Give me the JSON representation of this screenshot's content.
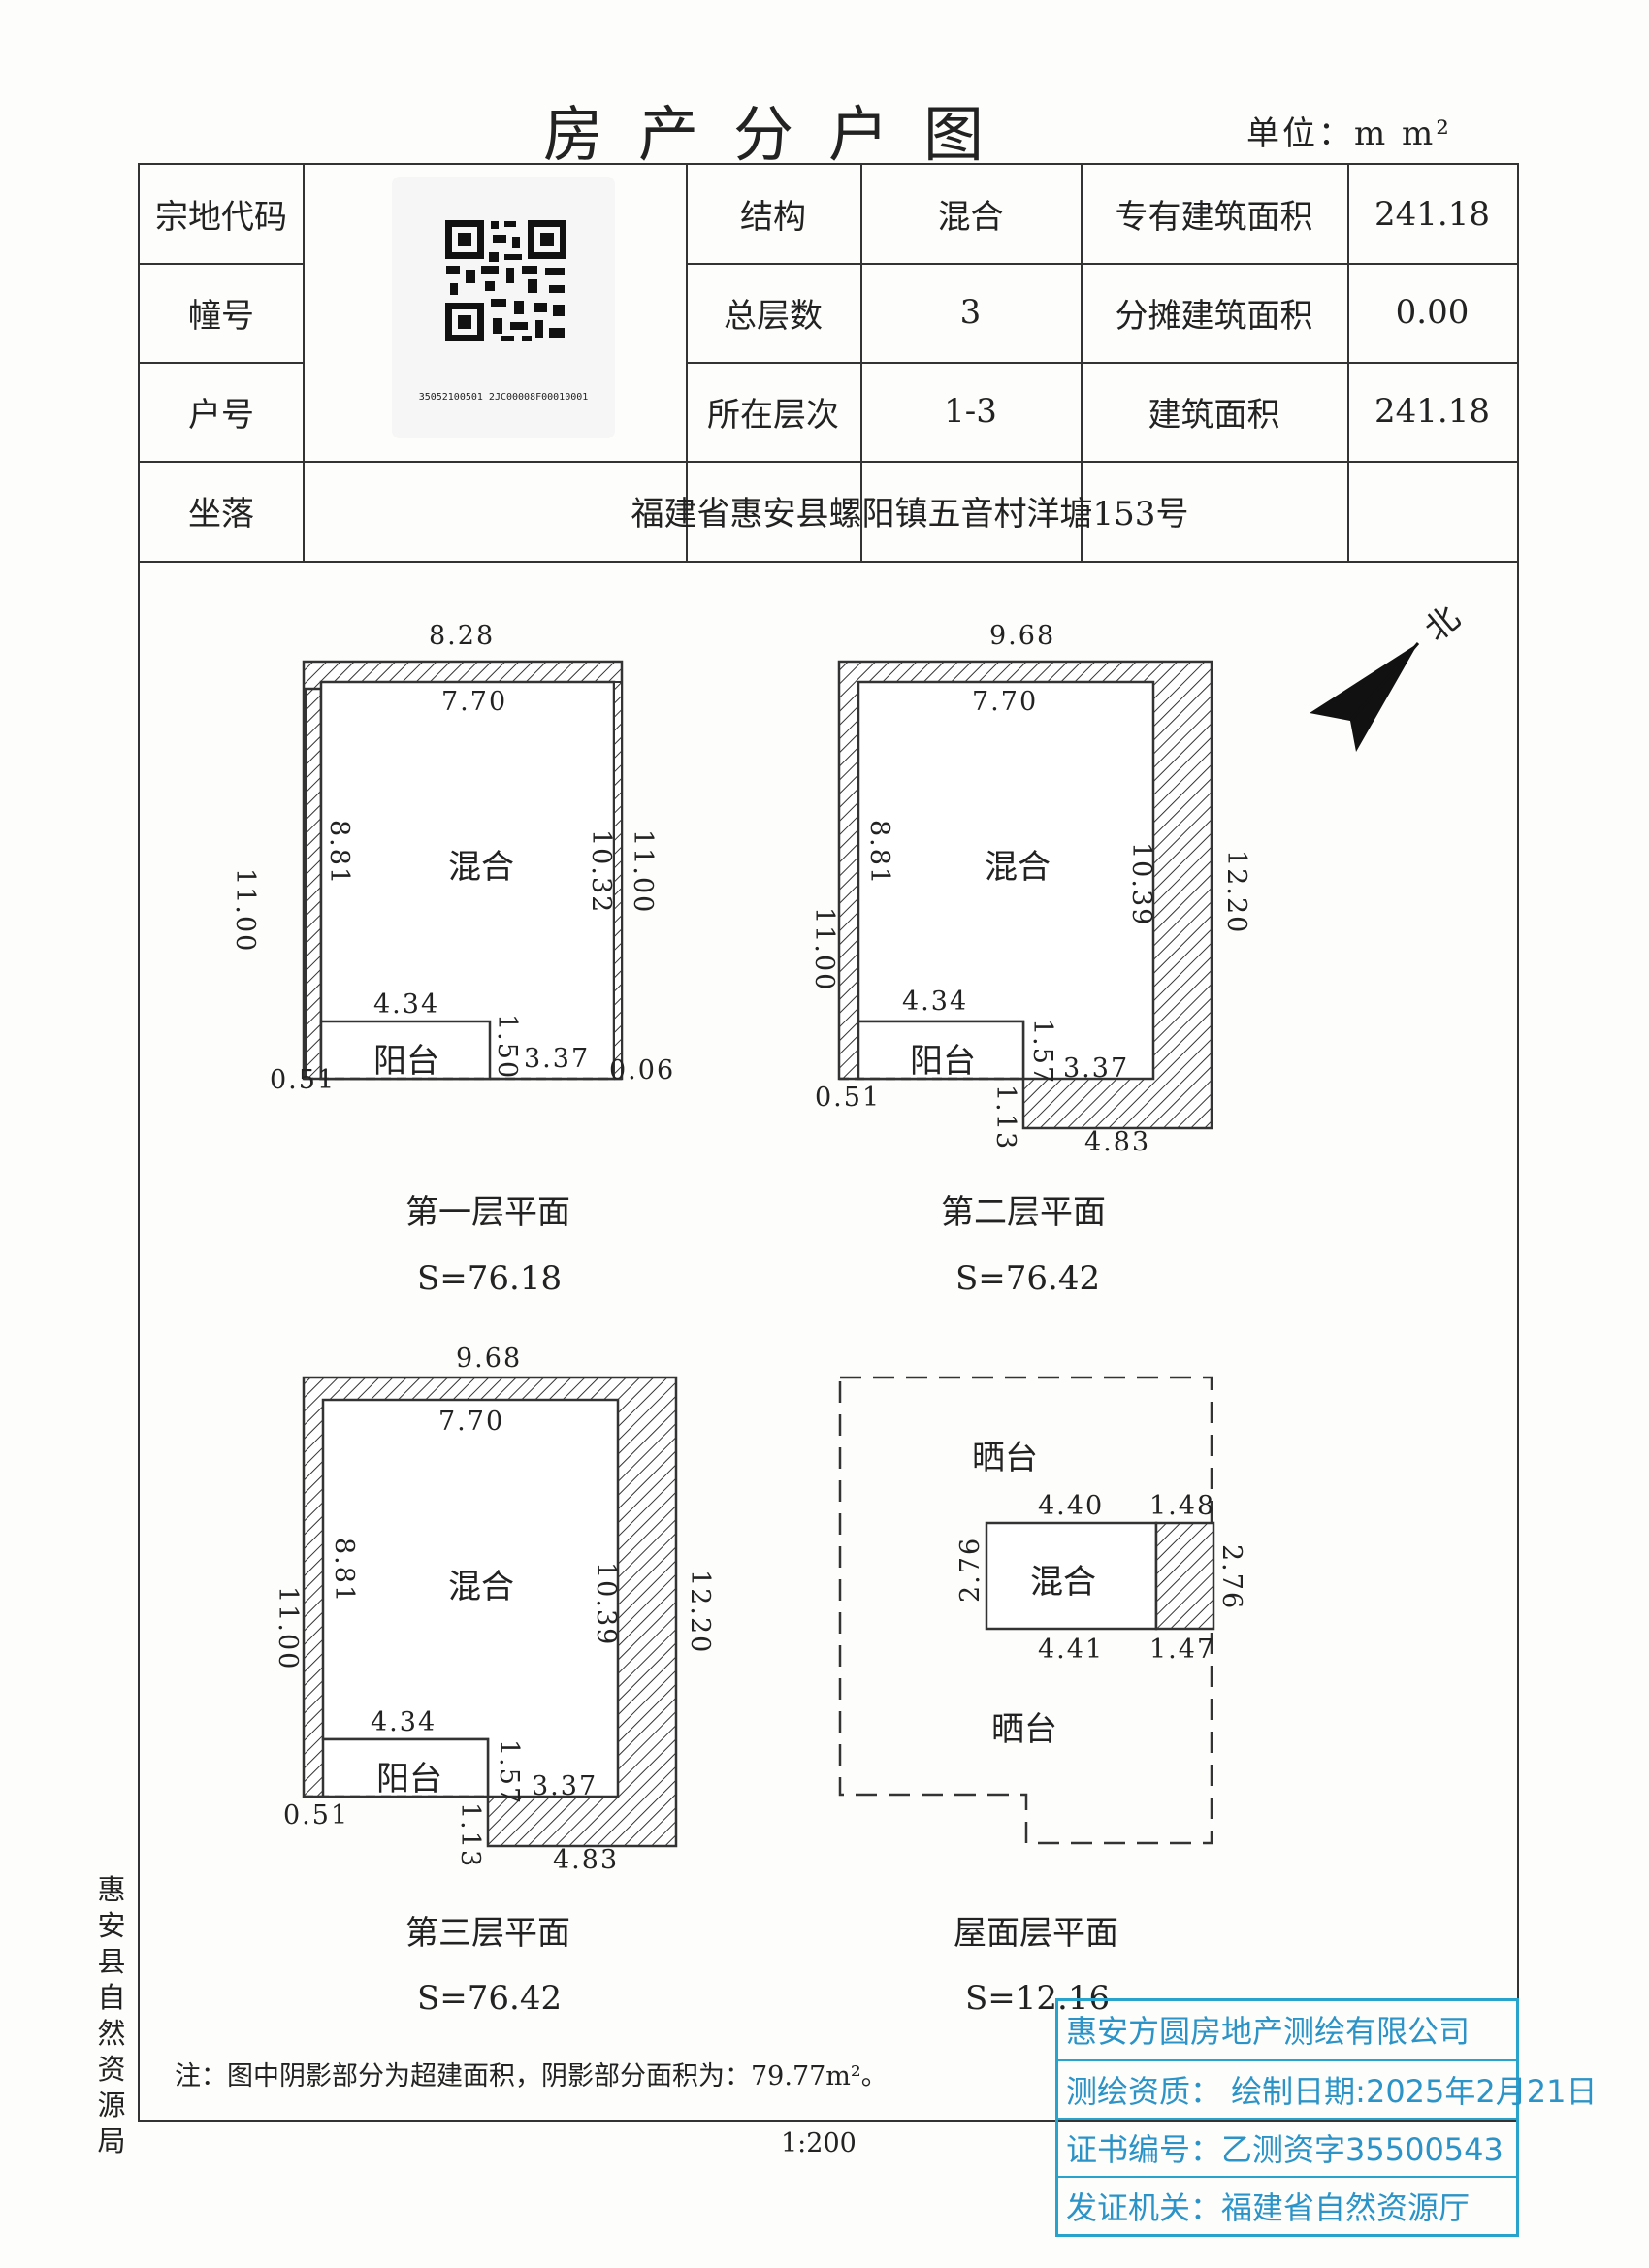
{
  "header": {
    "title": "房产分户图",
    "unit": "单位：m  m²"
  },
  "info": {
    "zongdi_label": "宗地代码",
    "chuang_label": "幢号",
    "huhao_label": "户号",
    "zuoluo_label": "坐落",
    "zuoluo_value": "福建省惠安县螺阳镇五音村洋塘153号",
    "qr_code_text": "35052100501 2JC00008F00010001",
    "structure_label": "结构",
    "structure_value": "混合",
    "floors_label": "总层数",
    "floors_value": "3",
    "level_label": "所在层次",
    "level_value": "1-3",
    "exclusive_label": "专有建筑面积",
    "exclusive_value": "241.18",
    "shared_label": "分摊建筑面积",
    "shared_value": "0.00",
    "total_label": "建筑面积",
    "total_value": "241.18"
  },
  "north": "北",
  "plans": {
    "floor1": {
      "title": "第一层平面",
      "area": "S=76.18",
      "room": "混合",
      "balcony": "阳台",
      "dims": {
        "top_outer": "8.28",
        "top_inner": "7.70",
        "left_outer": "11.00",
        "left_inner": "8.81",
        "right_inner": "10.32",
        "right_outer": "11.00",
        "balcony_w": "4.34",
        "balcony_h": "1.50",
        "step_w": "3.37",
        "left_small": "0.51",
        "right_small": "0.06"
      }
    },
    "floor2": {
      "title": "第二层平面",
      "area": "S=76.42",
      "room": "混合",
      "balcony": "阳台",
      "dims": {
        "top_outer": "9.68",
        "top_inner": "7.70",
        "left_outer": "11.00",
        "left_inner": "8.81",
        "right_inner": "10.39",
        "right_outer": "12.20",
        "balcony_w": "4.34",
        "balcony_h": "1.57",
        "step_w": "3.37",
        "left_small": "0.51",
        "step_h": "1.13",
        "bottom_w": "4.83"
      }
    },
    "floor3": {
      "title": "第三层平面",
      "area": "S=76.42",
      "room": "混合",
      "balcony": "阳台",
      "dims": {
        "top_outer": "9.68",
        "top_inner": "7.70",
        "left_outer": "11.00",
        "left_inner": "8.81",
        "right_inner": "10.39",
        "right_outer": "12.20",
        "balcony_w": "4.34",
        "balcony_h": "1.57",
        "step_w": "3.37",
        "left_small": "0.51",
        "step_h": "1.13",
        "bottom_w": "4.83"
      }
    },
    "roof": {
      "title": "屋面层平面",
      "area": "S=12.16",
      "room": "混合",
      "terrace_top": "晒台",
      "terrace_bottom": "晒台",
      "dims": {
        "top_w": "4.40",
        "top_shade": "1.48",
        "left_h": "2.76",
        "right_h": "2.76",
        "bottom_w": "4.41",
        "bottom_shade": "1.47"
      }
    }
  },
  "note": "注：图中阴影部分为超建面积，阴影部分面积为：79.77m²。",
  "scale": "1:200",
  "side_text": "惠安县自然资源局",
  "stamp": {
    "line1": "惠安方圆房地产测绘有限公司",
    "line2": "测绘资质：    绘制日期:2025年2月21日",
    "line3": "证书编号：乙测资字35500543",
    "line4": "发证机关：福建省自然资源厅"
  },
  "colors": {
    "stamp": "#27a3cc",
    "line": "#333333"
  }
}
